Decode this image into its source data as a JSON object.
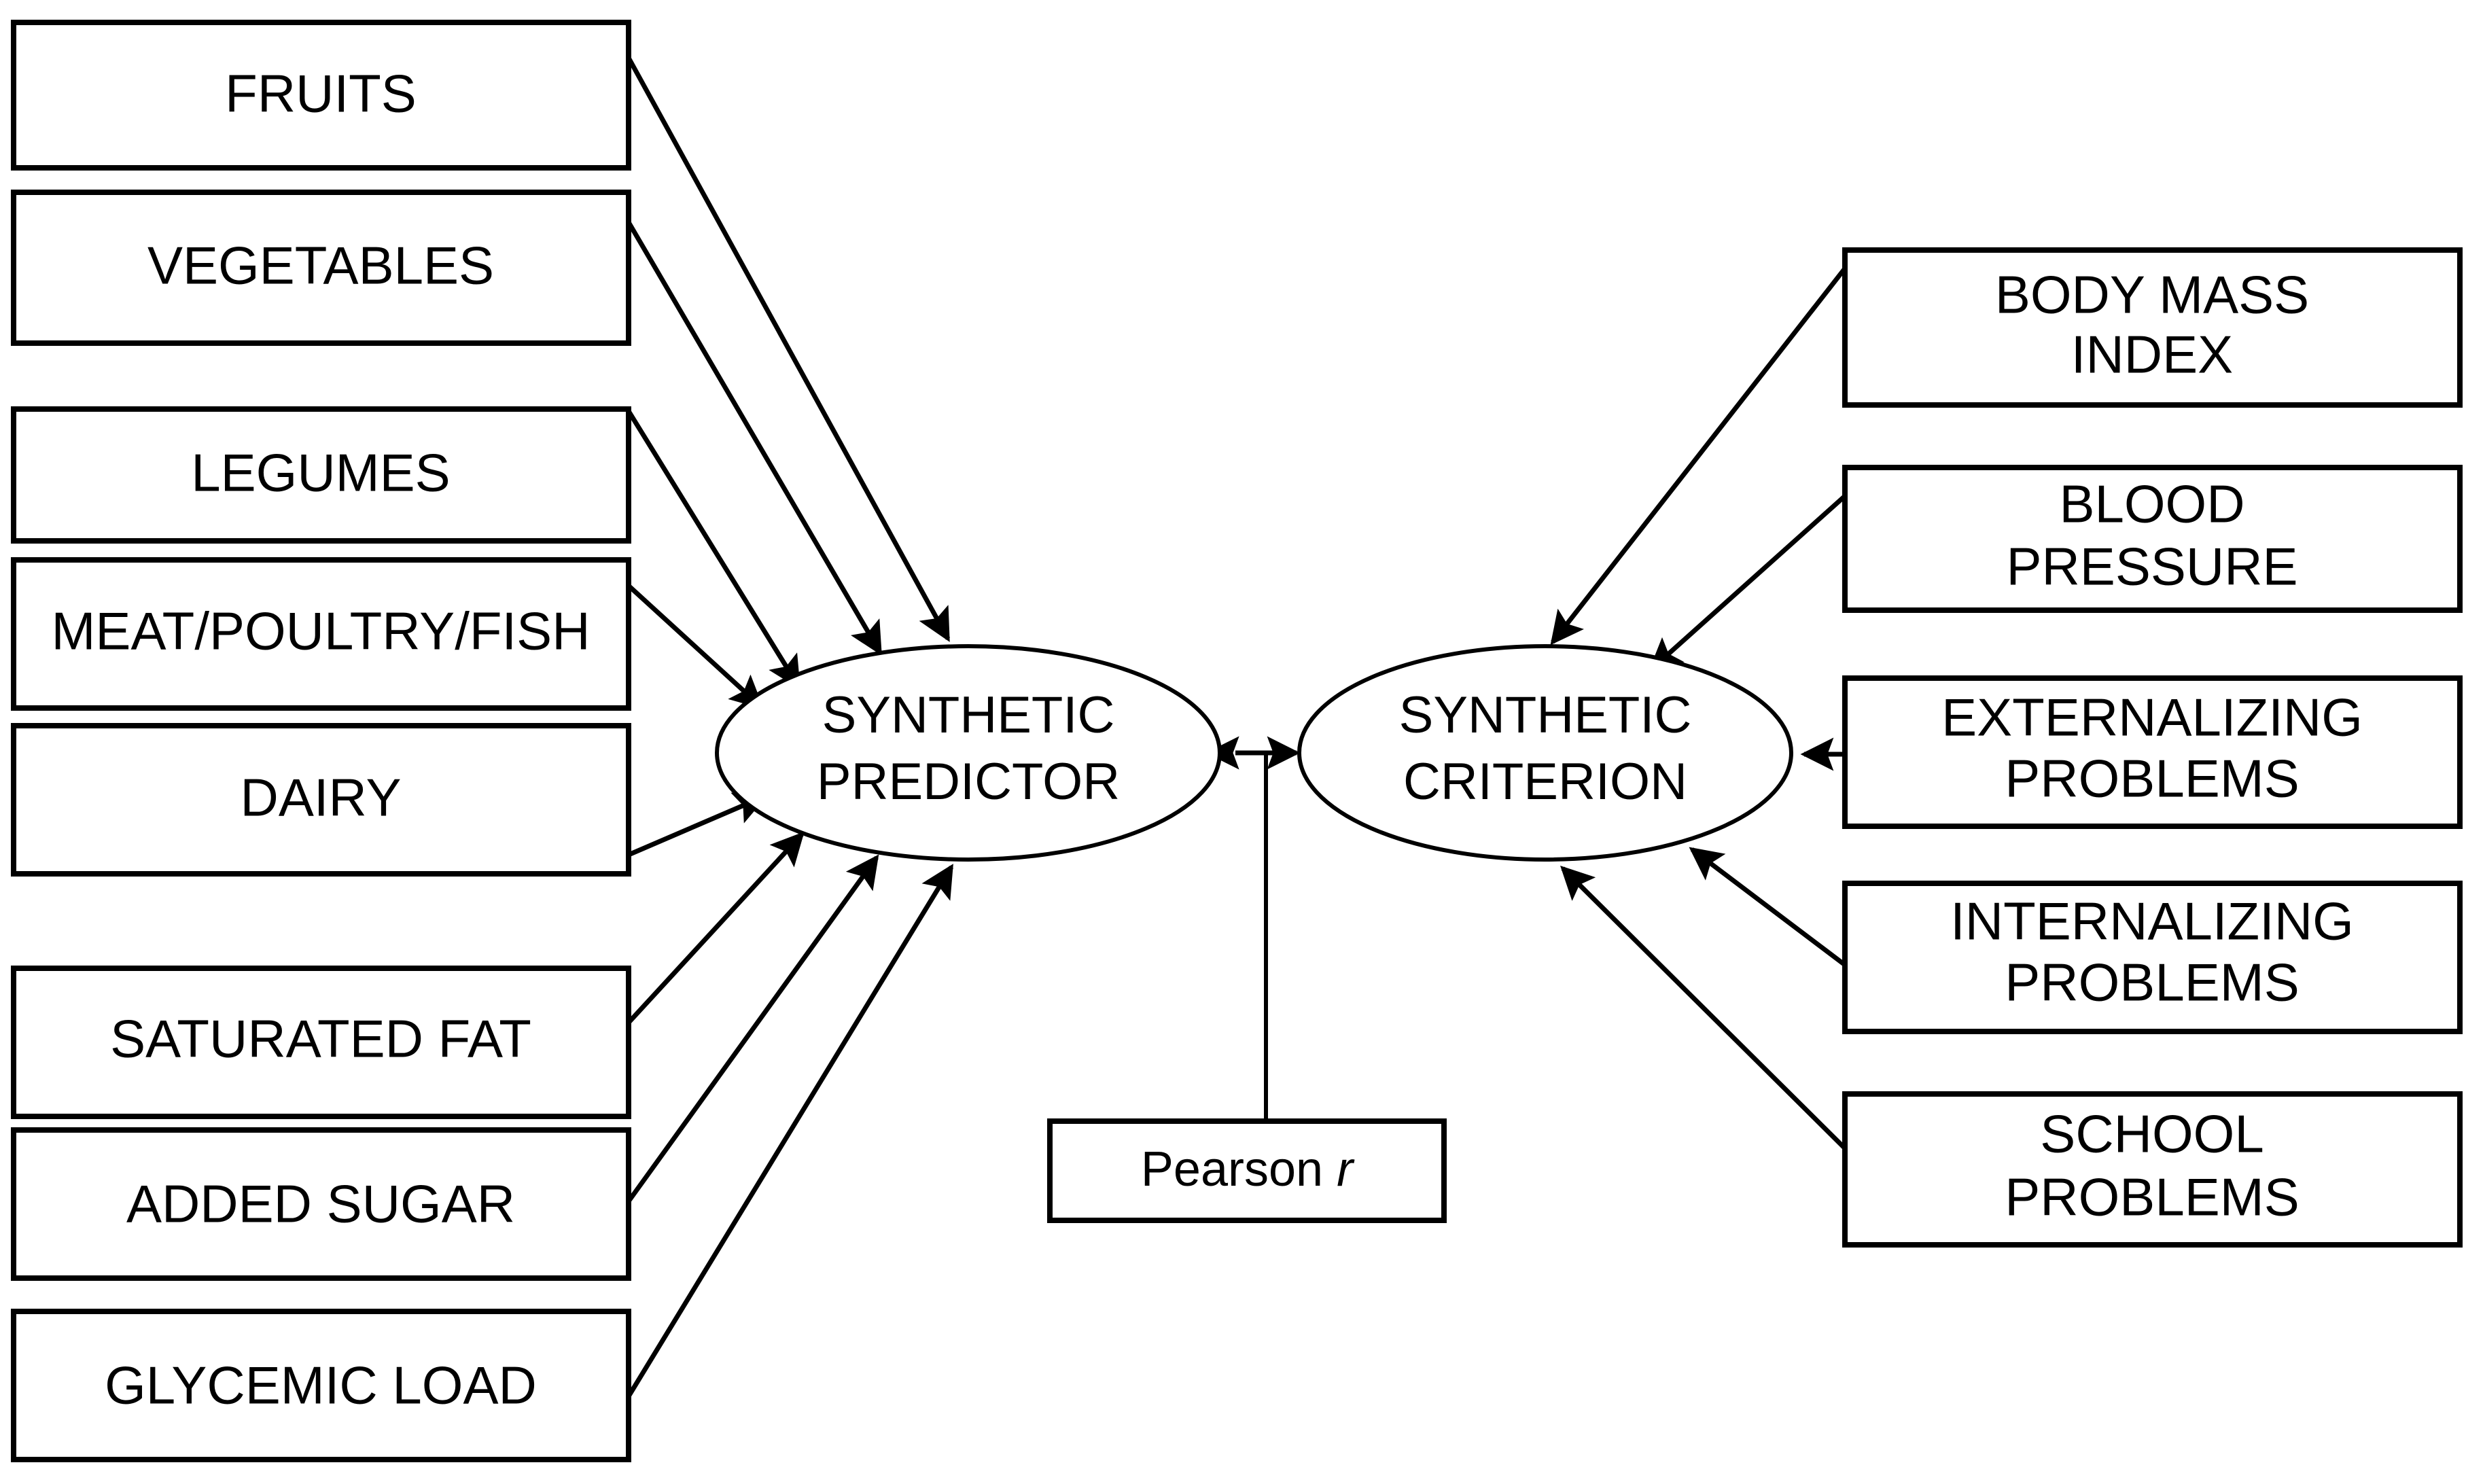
{
  "diagram": {
    "title": "Synthetic Predictor and Synthetic Criterion path diagram",
    "colors": {
      "background": "#ffffff",
      "stroke": "#000000",
      "text": "#000000"
    },
    "predictor_node": {
      "line1": "SYNTHETIC",
      "line2": "PREDICTOR"
    },
    "criterion_node": {
      "line1": "SYNTHETIC",
      "line2": "CRITERION"
    },
    "relation_node": {
      "label_text": "Pearson",
      "label_symbol": "r"
    },
    "predictor_inputs": [
      {
        "label": "FRUITS"
      },
      {
        "label": "VEGETABLES"
      },
      {
        "label": "LEGUMES"
      },
      {
        "label": "MEAT/POULTRY/FISH"
      },
      {
        "label": "DAIRY"
      },
      {
        "label": "SATURATED FAT"
      },
      {
        "label": "ADDED SUGAR"
      },
      {
        "label": "GLYCEMIC LOAD"
      }
    ],
    "criterion_indicators": [
      {
        "line1": "BODY MASS",
        "line2": "INDEX"
      },
      {
        "line1": "BLOOD",
        "line2": "PRESSURE"
      },
      {
        "line1": "EXTERNALIZING",
        "line2": "PROBLEMS"
      },
      {
        "line1": "INTERNALIZING",
        "line2": "PROBLEMS"
      },
      {
        "line1": "SCHOOL",
        "line2": "PROBLEMS"
      }
    ]
  }
}
